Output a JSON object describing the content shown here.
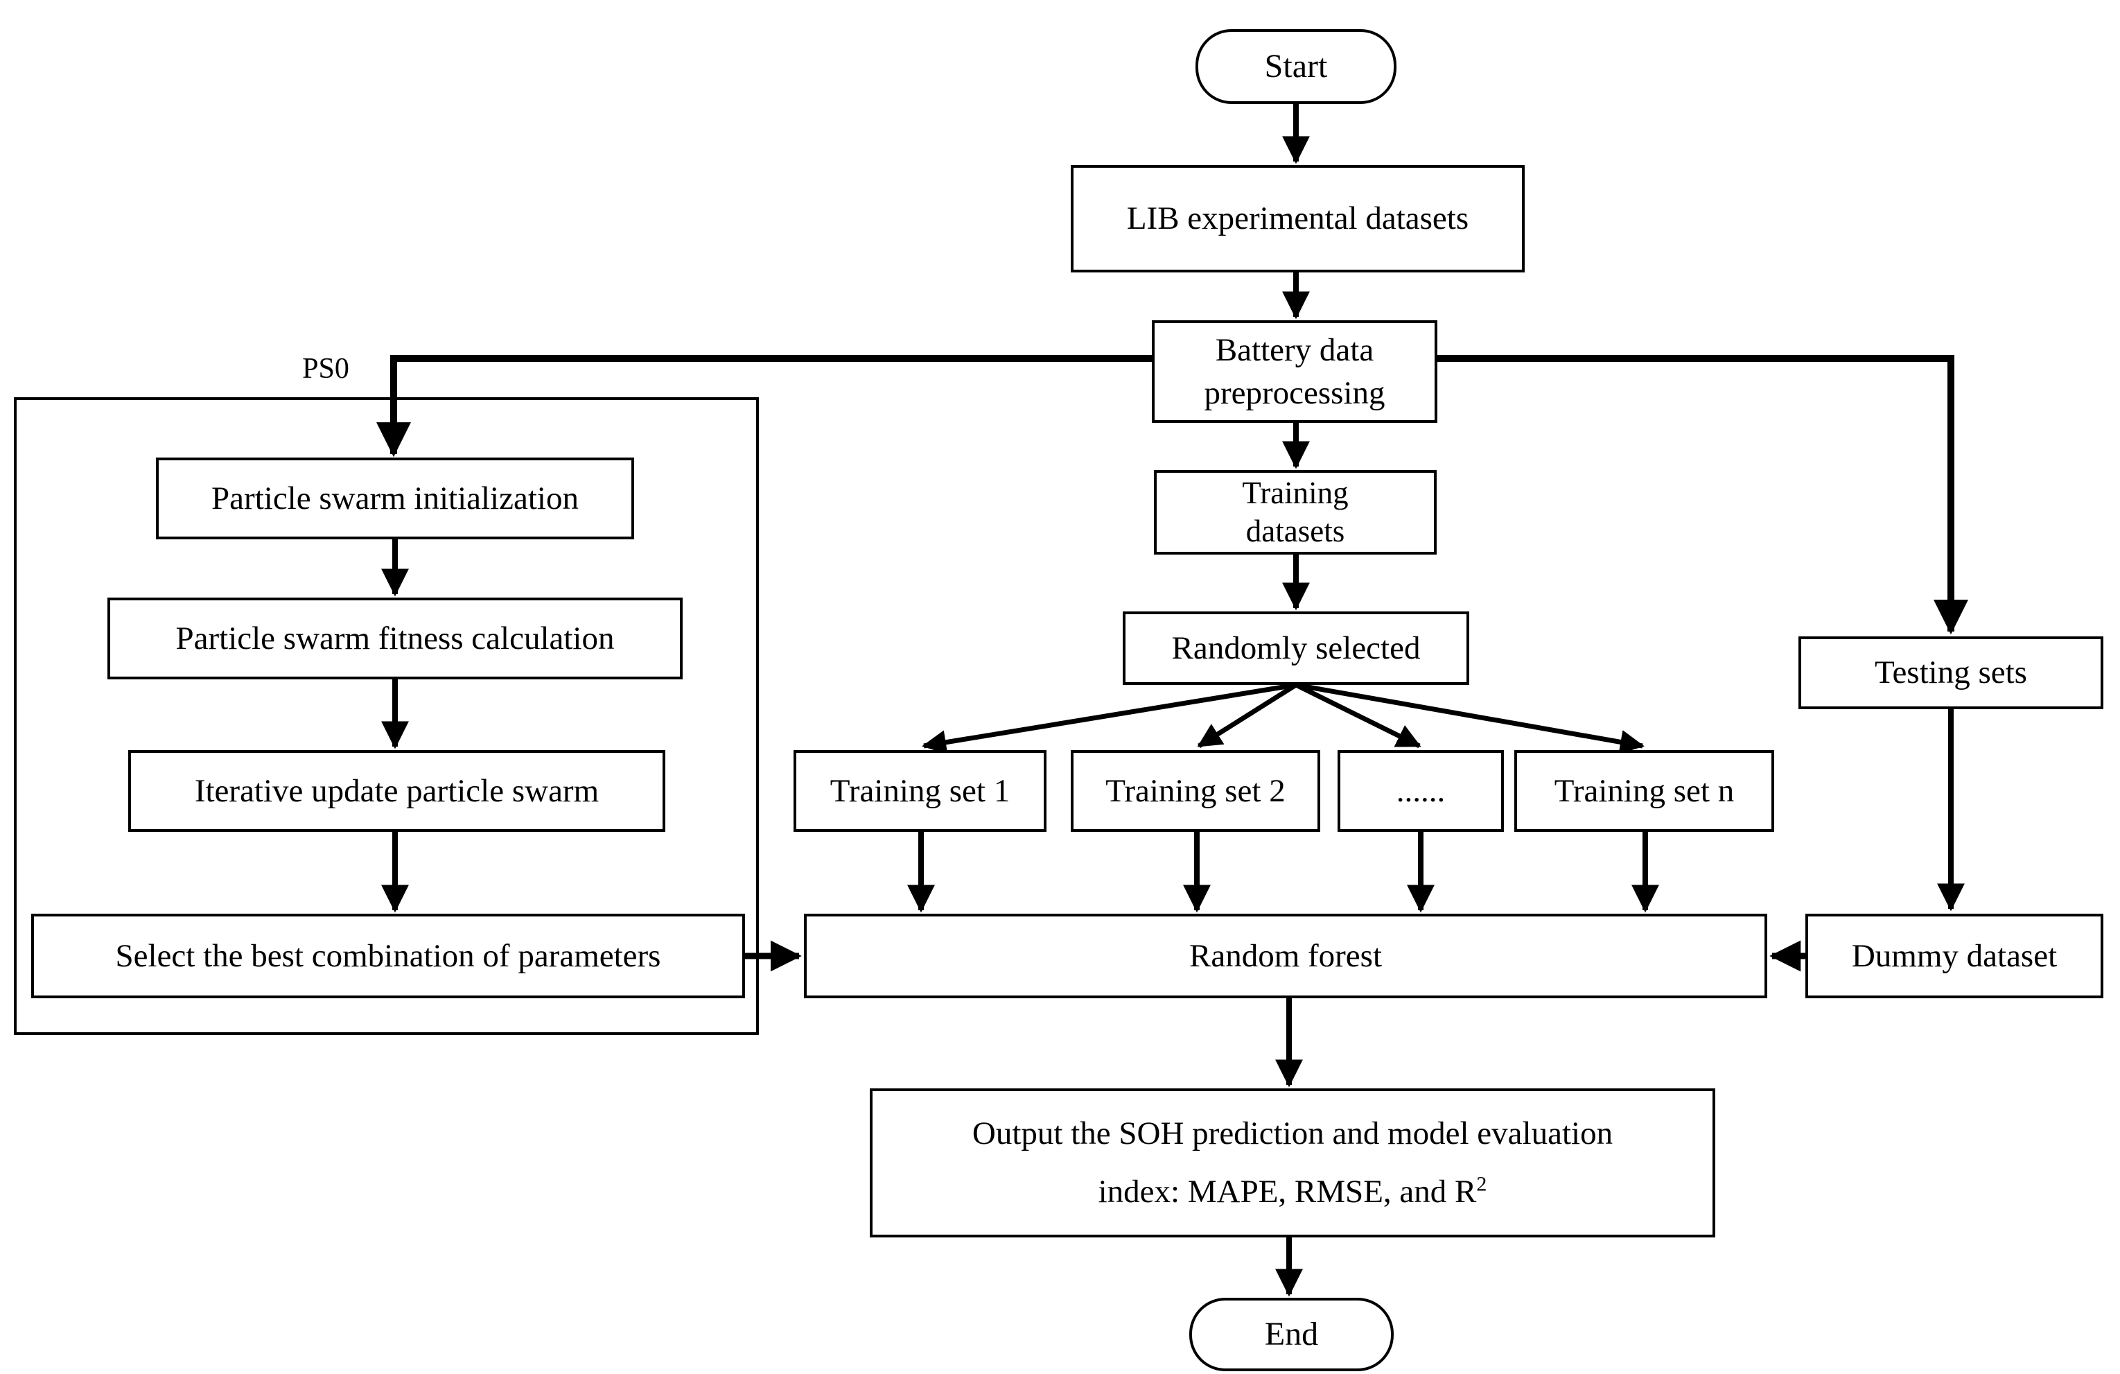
{
  "diagram": {
    "colors": {
      "line": "#000000",
      "box_fill": "#ffffff",
      "background": "#ffffff"
    },
    "nodes": {
      "start": "Start",
      "lib_datasets": "LIB experimental datasets",
      "battery_preprocessing": {
        "line1": "Battery data",
        "line2": "preprocessing"
      },
      "training_datasets": {
        "line1": "Training",
        "line2": "datasets"
      },
      "randomly_selected": "Randomly selected",
      "training_sets": [
        "Training set 1",
        "Training set 2",
        "......",
        "Training set n"
      ],
      "random_forest": "Random forest",
      "output": {
        "line1": "Output the SOH prediction and model evaluation",
        "line2": "index: MAPE, RMSE, and R",
        "line2_sup": "2"
      },
      "end": "End",
      "pso_label": "PS0",
      "pso_steps": [
        "Particle swarm initialization",
        "Particle swarm fitness calculation",
        "Iterative update particle swarm",
        "Select the best combination of parameters"
      ],
      "testing_sets": "Testing sets",
      "dummy_dataset": "Dummy dataset"
    }
  }
}
